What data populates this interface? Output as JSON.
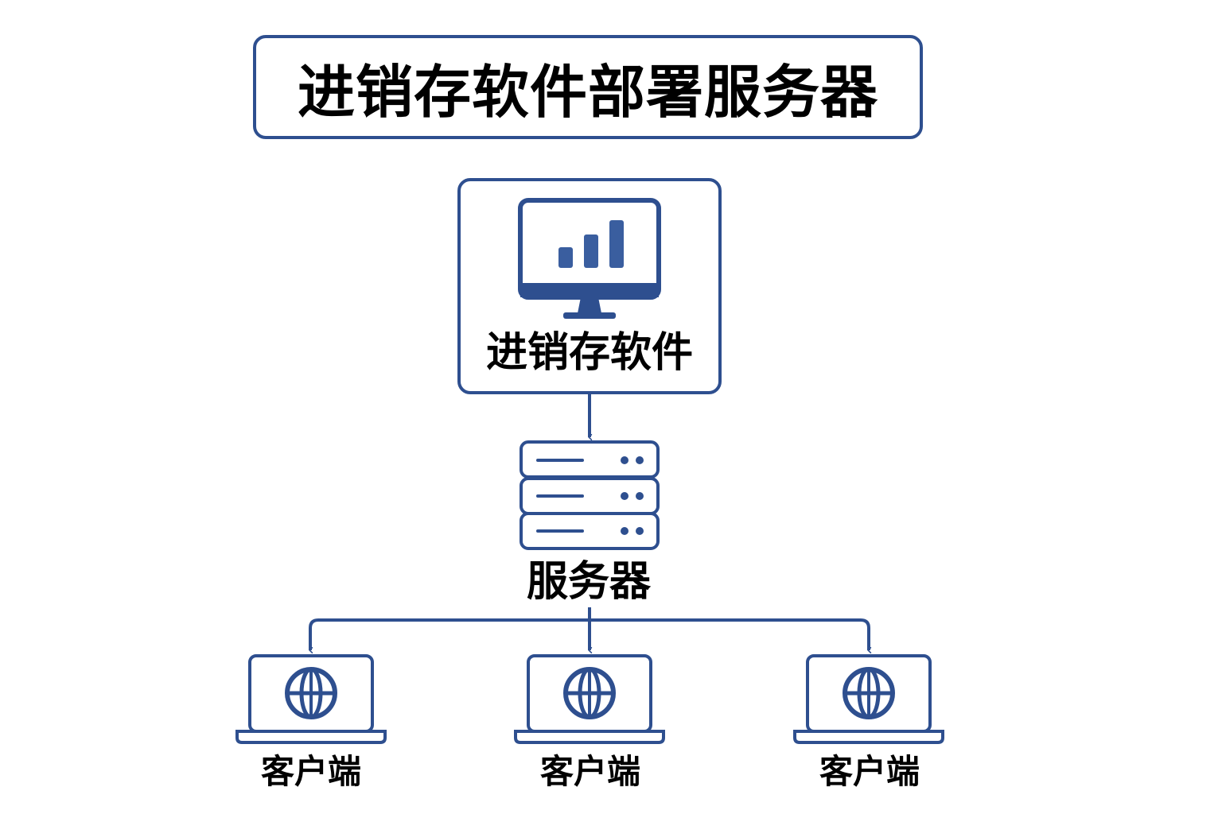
{
  "title": "进销存软件部署服务器",
  "nodes": {
    "software": {
      "label": "进销存软件",
      "icon": "monitor-chart-icon"
    },
    "server": {
      "label": "服务器",
      "icon": "server-rack-icon"
    },
    "clients": [
      {
        "label": "客户端",
        "icon": "laptop-globe-icon"
      },
      {
        "label": "客户端",
        "icon": "laptop-globe-icon"
      },
      {
        "label": "客户端",
        "icon": "laptop-globe-icon"
      }
    ]
  },
  "colors": {
    "accent": "#2e4f8f",
    "icon_fill": "#3a5e9f",
    "text": "#000000"
  }
}
